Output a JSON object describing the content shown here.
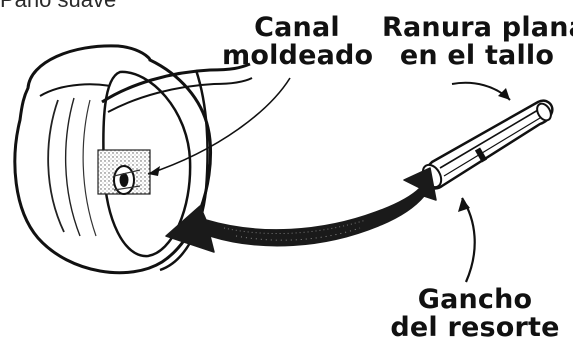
{
  "labels": {
    "top_partial": "Paño suave",
    "canal": {
      "line1": "Canal",
      "line2": "moldeado"
    },
    "ranura": {
      "line1": "Ranura plana",
      "line2": "en el tallo"
    },
    "gancho": {
      "line1": "Gancho",
      "line2": "del resorte"
    }
  },
  "colors": {
    "ink": "#111111",
    "arrow_fill": "#1a1a1a",
    "background": "#ffffff"
  }
}
